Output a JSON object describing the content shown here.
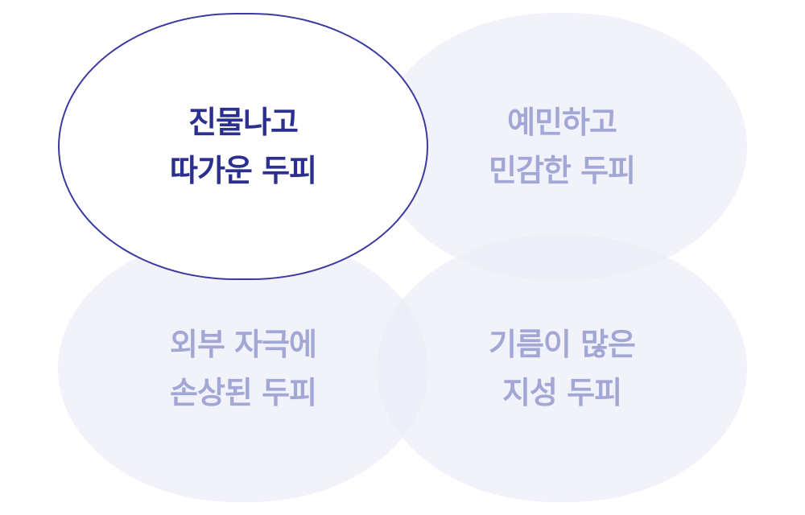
{
  "colors": {
    "active_text": "#2b2f8e",
    "active_border": "#3a3aa0",
    "inactive_text": "#a3a7d6",
    "inactive_fill": "#eceef7"
  },
  "options": [
    {
      "id": "sensitive-heat",
      "line1": "진물나고",
      "line2": "따가운 두피",
      "selected": true
    },
    {
      "id": "sensitive",
      "line1": "예민하고",
      "line2": "민감한 두피",
      "selected": false
    },
    {
      "id": "damaged",
      "line1": "외부 자극에",
      "line2": "손상된 두피",
      "selected": false
    },
    {
      "id": "oily",
      "line1": "기름이 많은",
      "line2": "지성 두피",
      "selected": false
    }
  ]
}
